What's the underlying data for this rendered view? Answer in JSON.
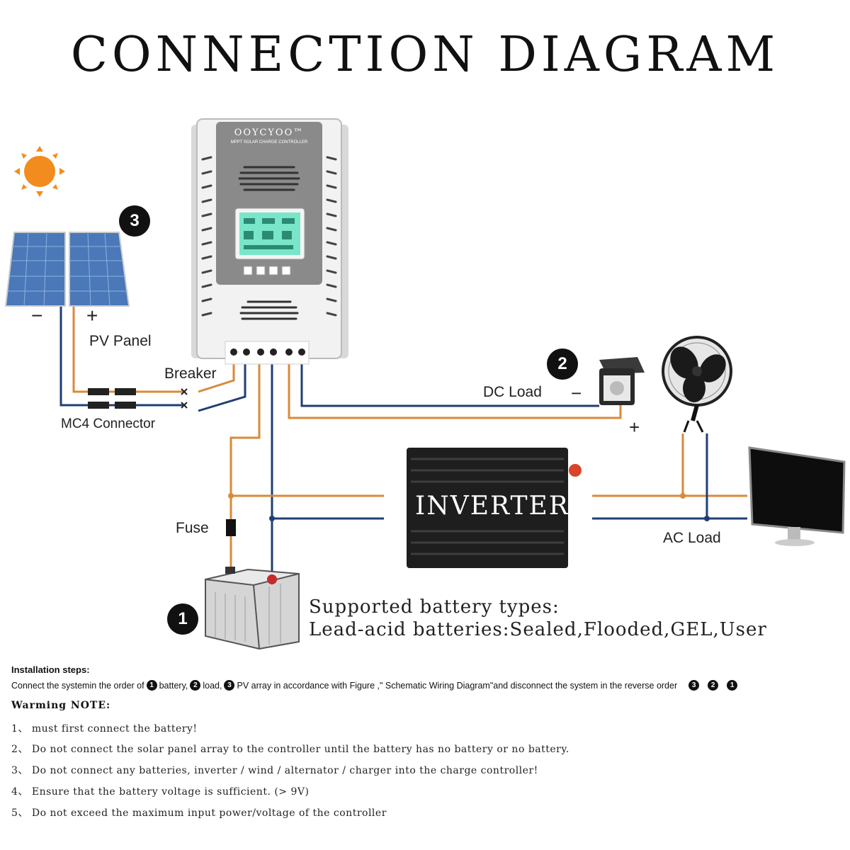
{
  "title": "CONNECTION DIAGRAM",
  "controller": {
    "brand": "OOYCYOO™",
    "subtitle": "MPPT SOLAR CHARGE CONTROLLER"
  },
  "labels": {
    "pv_panel": "PV Panel",
    "breaker": "Breaker",
    "mc4": "MC4 Connector",
    "dc_load": "DC Load",
    "fuse": "Fuse",
    "ac_load": "AC Load",
    "inverter": "INVERTER",
    "minus": "−",
    "plus": "+"
  },
  "markers": {
    "one": "1",
    "two": "2",
    "three": "3"
  },
  "battery_types": {
    "line1": "Supported battery types:",
    "line2": "Lead-acid batteries:Sealed,Flooded,GEL,User"
  },
  "install": {
    "heading": "Installation steps:",
    "p1": "Connect the systemin the order of",
    "n1": "1",
    "p2": "battery,",
    "n2": "2",
    "p3": "load,",
    "n3": "3",
    "p4": "PV array in accordance with Figure ,\" Schematic Wiring Diagram\"and disconnect the system in the reverse order",
    "r1": "3",
    "r2": "2",
    "r3": "1"
  },
  "warning": {
    "heading": "Warming NOTE:",
    "items": [
      "1、 must first connect the battery!",
      "2、 Do not connect the solar panel array to the controller until the battery has no battery or no battery.",
      "3、 Do not connect any batteries, inverter / wind / alternator / charger into the charge controller!",
      "4、 Ensure that the battery voltage is sufficient. (> 9V)",
      "5、 Do not exceed the maximum input power/voltage of the controller"
    ]
  },
  "colors": {
    "positive_wire": "#d98a3a",
    "negative_wire": "#1f3f73",
    "sun": "#f28c1f",
    "panel": "#4a78b8",
    "lcd": "#79e6c9"
  }
}
